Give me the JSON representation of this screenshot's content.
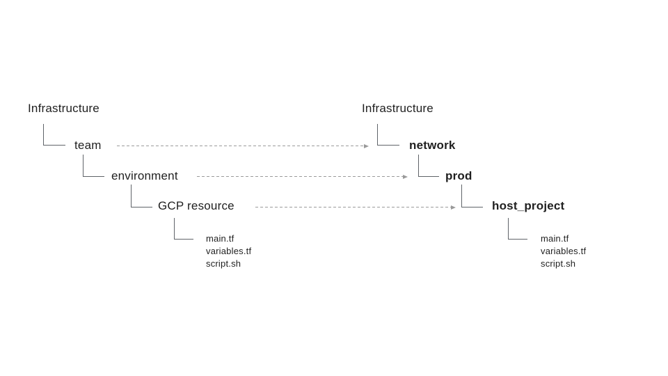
{
  "diagram": {
    "background": "#ffffff",
    "colors": {
      "text": "#1f1f1f",
      "connector_line": "#5f6368",
      "arrow_line": "#9a9a9a"
    },
    "left_tree": {
      "root": "Infrastructure",
      "nodes": [
        {
          "label": "team"
        },
        {
          "label": "environment"
        },
        {
          "label": "GCP resource"
        }
      ],
      "files": [
        "main.tf",
        "variables.tf",
        "script.sh"
      ]
    },
    "right_tree": {
      "root": "Infrastructure",
      "nodes": [
        {
          "label": "network"
        },
        {
          "label": "prod"
        },
        {
          "label": "host_project"
        }
      ],
      "files": [
        "main.tf",
        "variables.tf",
        "script.sh"
      ]
    },
    "mappings": [
      {
        "from": "team",
        "to": "network"
      },
      {
        "from": "environment",
        "to": "prod"
      },
      {
        "from": "GCP resource",
        "to": "host_project"
      }
    ]
  }
}
